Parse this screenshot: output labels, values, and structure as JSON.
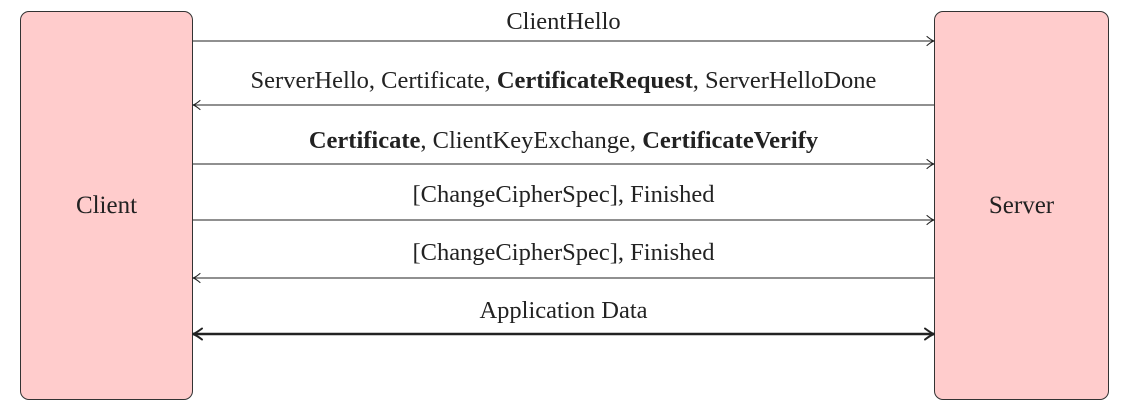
{
  "client": {
    "label": "Client"
  },
  "server": {
    "label": "Server"
  },
  "messages": [
    {
      "direction": "client-to-server",
      "parts": [
        {
          "text": "ClientHello",
          "bold": false
        }
      ]
    },
    {
      "direction": "server-to-client",
      "parts": [
        {
          "text": "ServerHello, Certificate, ",
          "bold": false
        },
        {
          "text": "CertificateRequest",
          "bold": true
        },
        {
          "text": ", ServerHelloDone",
          "bold": false
        }
      ]
    },
    {
      "direction": "client-to-server",
      "parts": [
        {
          "text": "Certificate",
          "bold": true
        },
        {
          "text": ", ClientKeyExchange, ",
          "bold": false
        },
        {
          "text": "CertificateVerify",
          "bold": true
        }
      ]
    },
    {
      "direction": "client-to-server",
      "parts": [
        {
          "text": "[ChangeCipherSpec], Finished",
          "bold": false
        }
      ]
    },
    {
      "direction": "server-to-client",
      "parts": [
        {
          "text": "[ChangeCipherSpec], Finished",
          "bold": false
        }
      ]
    },
    {
      "direction": "bidirectional",
      "parts": [
        {
          "text": "Application Data",
          "bold": false
        }
      ]
    }
  ],
  "colors": {
    "box_fill": "#ffcccc",
    "box_border": "#333333",
    "line": "#222222"
  }
}
